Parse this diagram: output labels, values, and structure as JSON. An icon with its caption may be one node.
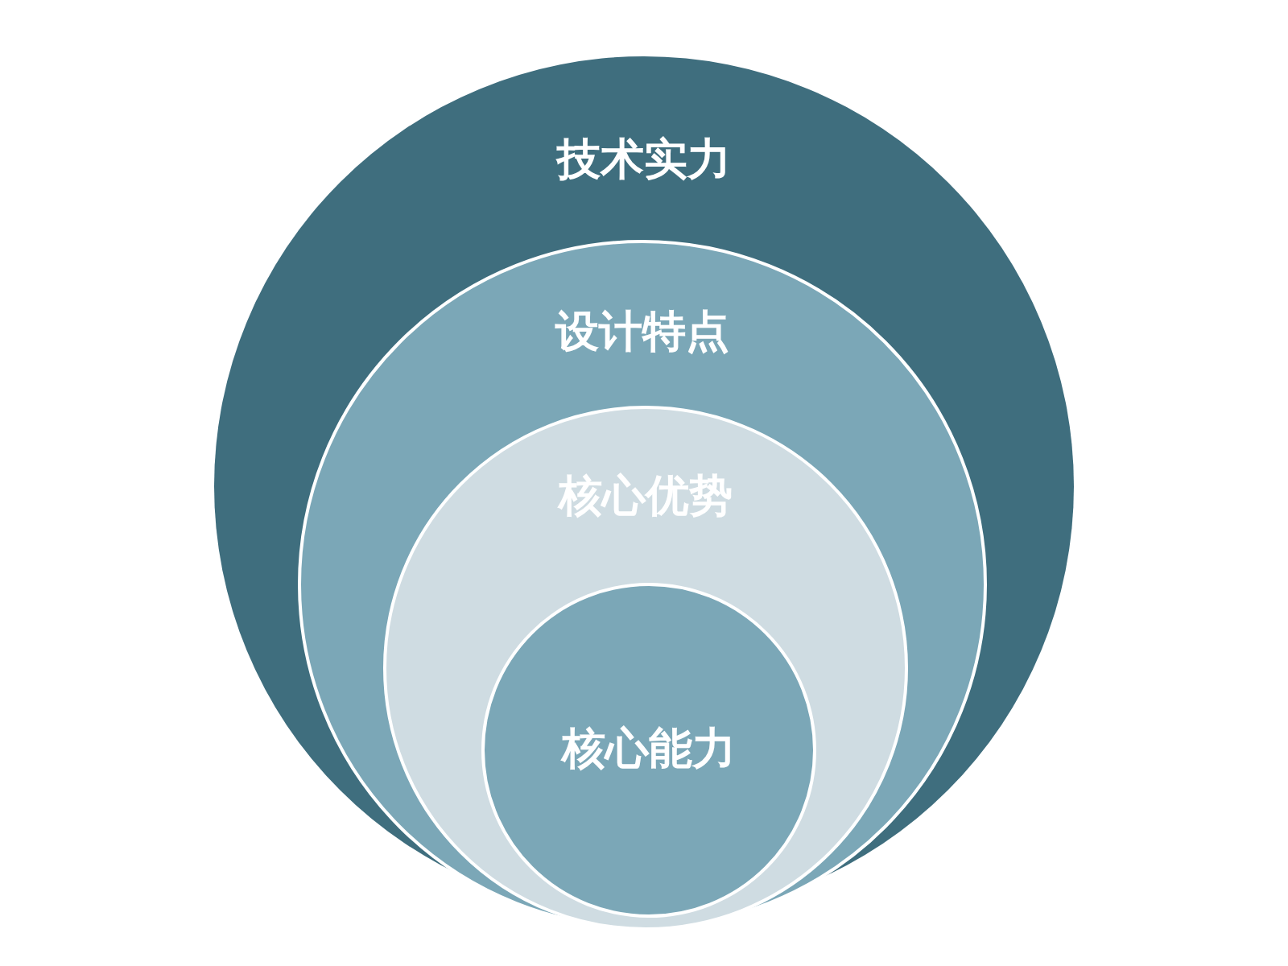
{
  "diagram": {
    "nodes": [
      {
        "text": [
          "技术实力"
        ]
      },
      {
        "text": [
          "设计特点"
        ],
        "in": 0
      },
      {
        "text": [
          "核心优势"
        ],
        "in": 1
      },
      {
        "text": [
          "核心能力"
        ],
        "in": 2
      }
    ]
  }
}
